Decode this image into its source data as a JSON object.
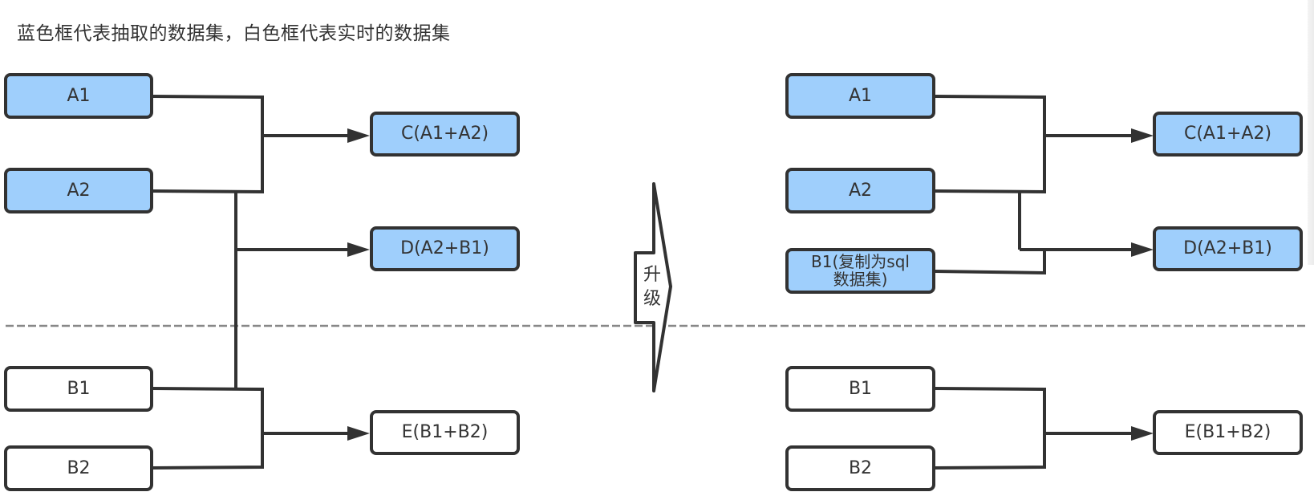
{
  "caption": "蓝色框代表抽取的数据集，白色框代表实时的数据集",
  "colors": {
    "extracted_fill": "#9fcffc",
    "realtime_fill": "#ffffff",
    "stroke": "#323232",
    "divider": "#888888"
  },
  "upgrade_arrow": {
    "label_line1": "升",
    "label_line2": "级"
  },
  "before": {
    "nodes": {
      "a1": "A1",
      "a2": "A2",
      "b1": "B1",
      "b2": "B2",
      "c": "C(A1+A2)",
      "d": "D(A2+B1)",
      "e": "E(B1+B2)"
    }
  },
  "after": {
    "nodes": {
      "a1": "A1",
      "a2": "A2",
      "b1_sql": "B1(复制为sql数据集)",
      "b1": "B1",
      "b2": "B2",
      "c": "C(A1+A2)",
      "d": "D(A2+B1)",
      "e": "E(B1+B2)"
    }
  },
  "legend": {
    "blue": "抽取的数据集",
    "white": "实时的数据集"
  }
}
